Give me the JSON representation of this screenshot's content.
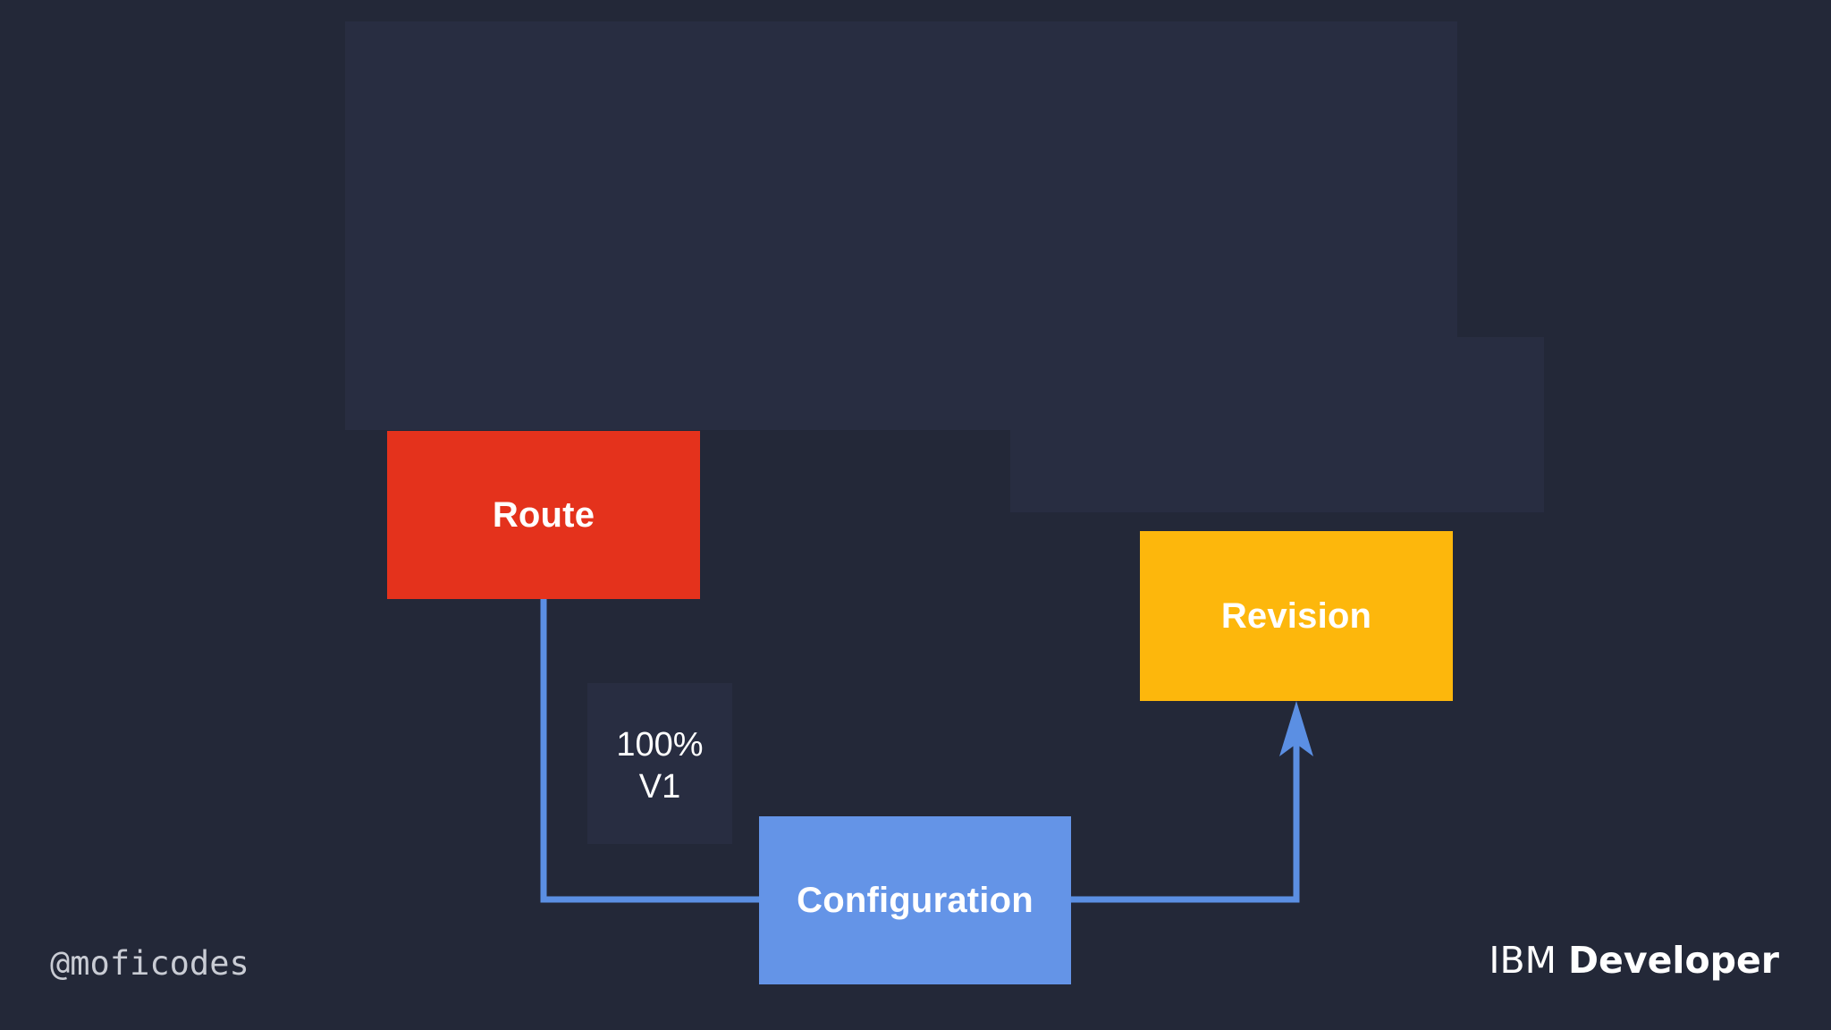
{
  "diagram": {
    "nodes": {
      "route": "Route",
      "revision": "Revision",
      "configuration": "Configuration"
    },
    "traffic_label": {
      "percent": "100%",
      "version": "V1"
    },
    "colors": {
      "background": "#232838",
      "route": "#e4321c",
      "revision": "#fdb70c",
      "configuration": "#6494e7",
      "connector": "#5b8fe3"
    }
  },
  "footer": {
    "handle": "@moficodes",
    "brand_light": "IBM",
    "brand_bold": "Developer"
  }
}
